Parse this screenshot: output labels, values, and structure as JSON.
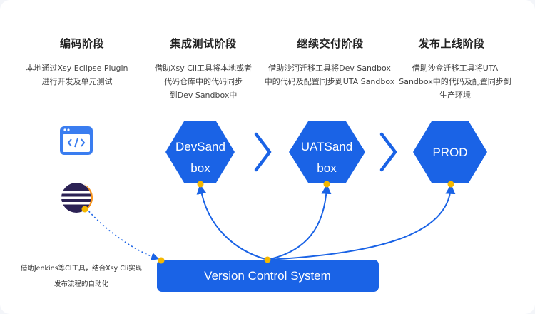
{
  "stages": [
    {
      "title": "编码阶段",
      "desc": [
        "本地通过Xsy Eclipse Plugin",
        "进行开发及单元测试"
      ]
    },
    {
      "title": "集成测试阶段",
      "desc": [
        "借助Xsy Cli工具将本地或者",
        "代码仓库中的代码同步",
        "到Dev Sandbox中"
      ]
    },
    {
      "title": "继续交付阶段",
      "desc": [
        "借助沙河迁移工具将Dev Sandbox",
        "中的代码及配置同步到UTA Sandbox"
      ]
    },
    {
      "title": "发布上线阶段",
      "desc": [
        "借助沙盒迁移工具将UTA",
        "Sandbox中的代码及配置同步到",
        "生产环境"
      ]
    }
  ],
  "environments": {
    "dev": [
      "DevSand",
      "box"
    ],
    "uat": [
      "UATSand",
      "box"
    ],
    "prod": [
      "PROD"
    ]
  },
  "vcs_label": "Version Control System",
  "jenkins_note": [
    "借助Jenkins等CI工具，结合Xsy Cli实现",
    "发布流程的自动化"
  ],
  "icons": {
    "code": "code-window-icon",
    "eclipse": "eclipse-logo-icon",
    "chevron": "chevron-right-icon"
  },
  "colors": {
    "primary": "#1a63e6",
    "connector_dot": "#f5b800",
    "title": "#222222",
    "text": "#444444"
  }
}
